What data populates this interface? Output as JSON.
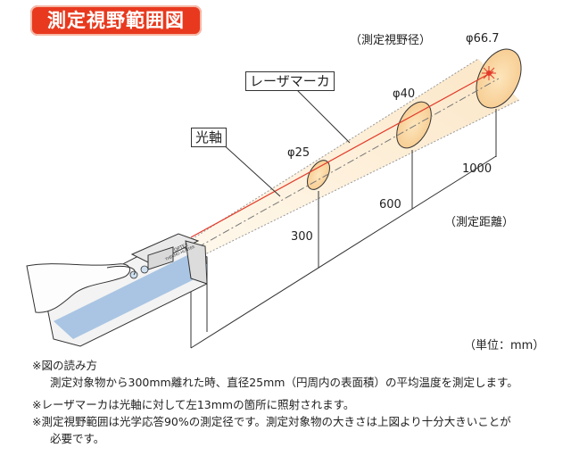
{
  "title": "測定視野範囲図",
  "labels": {
    "field_of_view": "（測定視野径）",
    "laser_marker": "レーザマーカ",
    "optical_axis": "光軸",
    "measuring_distance": "（測定距離）",
    "unit": "（単位：mm）"
  },
  "diameters": [
    {
      "label": "φ25",
      "distance": "300"
    },
    {
      "label": "φ40",
      "distance": "600"
    },
    {
      "label": "φ66.7",
      "distance": "1000"
    }
  ],
  "device_text": {
    "brand": "OPTEX",
    "model": "THERMO-HUNTER"
  },
  "notes": {
    "head": "※図の読み方",
    "line1": "測定対象物から300mm離れた時、直径25mm（円周内の表面積）の平均温度を測定します。",
    "line2": "※レーザマーカは光軸に対して左13mmの箇所に照射されます。",
    "line3": "※測定視野範囲は光学応答90%の測定径です。測定対象物の大きさは上図より十分大きいことが",
    "line4": "必要です。"
  },
  "colors": {
    "title_bg": "#e8391e",
    "laser": "#e23a2a",
    "cone": "#fbe9c9",
    "ellipse_fill": "#fcd9a3",
    "device_stripe": "#a9c5e3"
  }
}
